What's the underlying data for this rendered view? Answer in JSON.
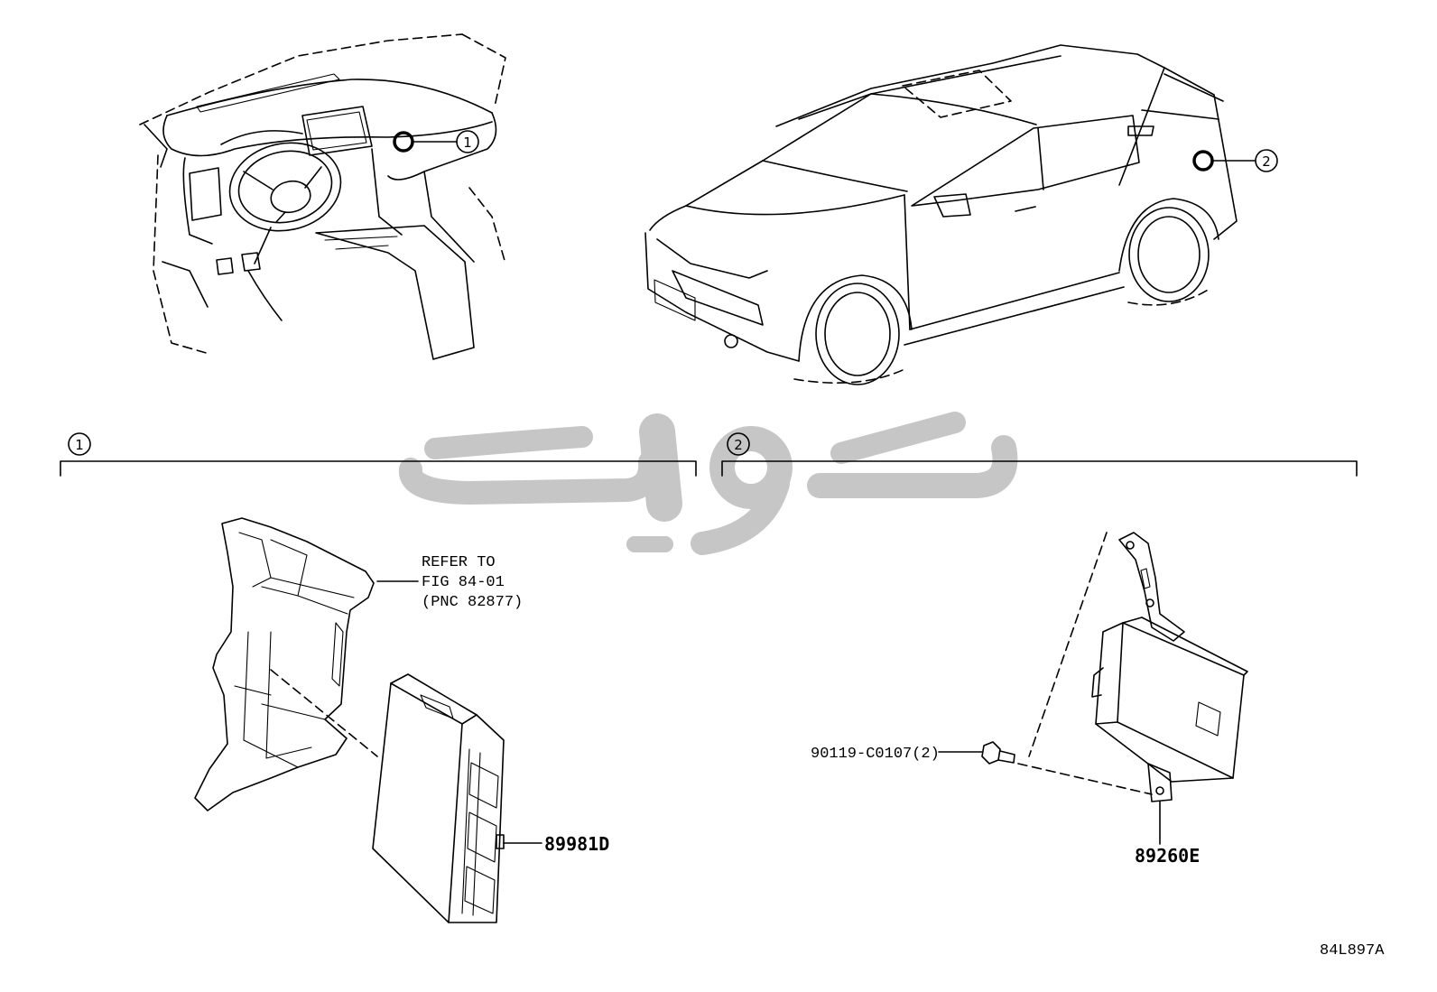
{
  "callouts": {
    "dashboard": "1",
    "vehicle": "2"
  },
  "sections": [
    {
      "number": "1"
    },
    {
      "number": "2"
    }
  ],
  "section1": {
    "refer_lines": [
      "REFER TO",
      "FIG 84-01",
      "(PNC 82877)"
    ],
    "part_label": "89981D"
  },
  "section2": {
    "bolt_label": "90119-C0107(2)",
    "part_label": "89260E"
  },
  "figure_code": "84L897A",
  "colors": {
    "line": "#000000",
    "watermark": "#c6c6c6",
    "background": "#ffffff"
  }
}
